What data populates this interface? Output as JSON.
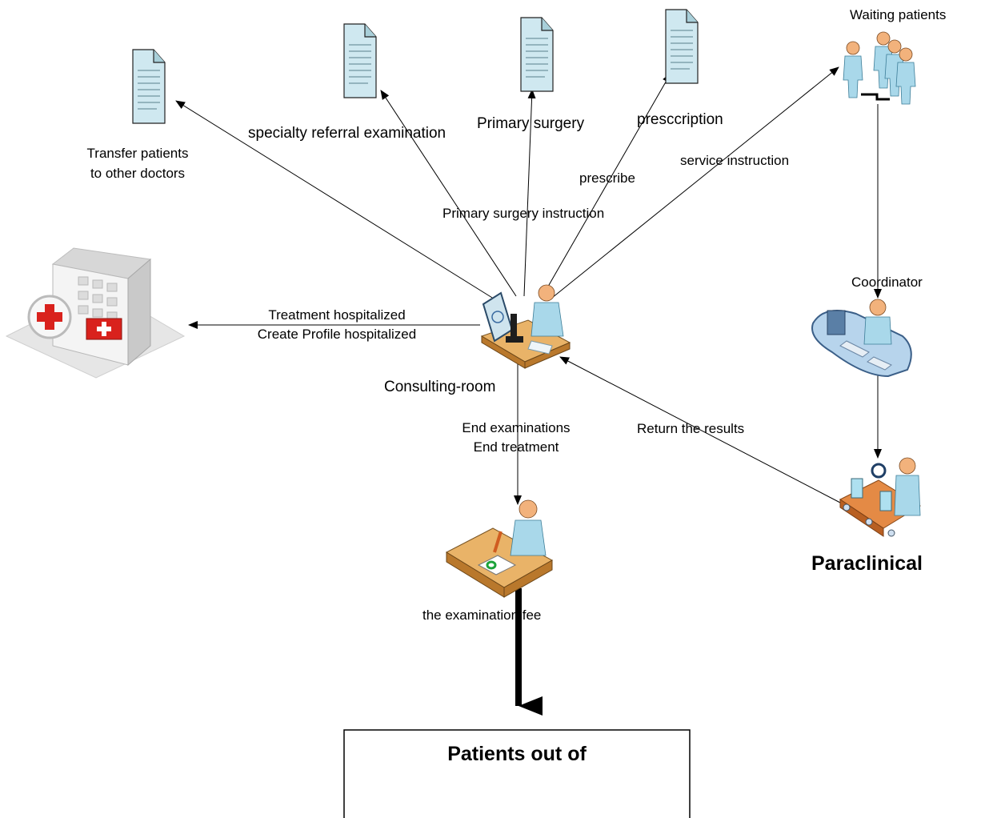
{
  "nodes": {
    "waiting_patients": "Waiting patients",
    "coordinator": "Coordinator",
    "paraclinical": "Paraclinical",
    "consulting_room": "Consulting-room",
    "patients_out": "Patients out of",
    "specialty_referral": "specialty referral examination",
    "primary_surgery": "Primary surgery",
    "prescription": "presccription"
  },
  "edges": {
    "transfer_line1": "Transfer patients",
    "transfer_line2": "to other doctors",
    "primary_surgery_instruction": "Primary surgery instruction",
    "prescribe": "prescribe",
    "service_instruction": "service instruction",
    "hospitalized_line1": "Treatment hospitalized",
    "hospitalized_line2": "Create Profile hospitalized",
    "end_line1": "End examinations",
    "end_line2": "End treatment",
    "return_results": "Return the results",
    "examination_fee": "the examination fee"
  },
  "icons": {
    "document": "document-icon",
    "hospital": "hospital-building-icon",
    "doctor": "doctor-at-desk-icon",
    "cashier": "cashier-desk-icon",
    "coordinator": "coordinator-workstation-icon",
    "lab": "laboratory-conveyor-icon",
    "patients": "patient-group-icon"
  }
}
